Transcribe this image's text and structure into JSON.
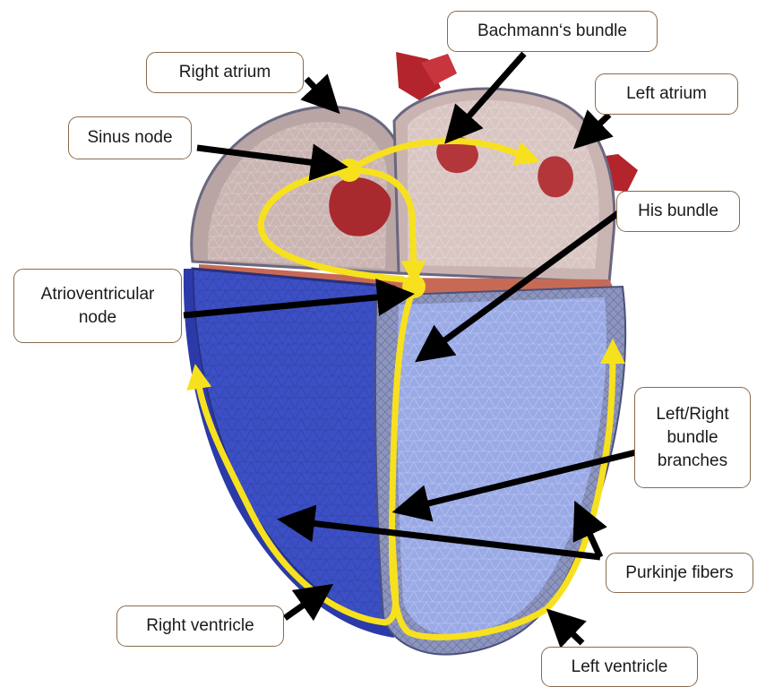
{
  "labels": {
    "bachmanns_bundle": "Bachmann‘s bundle",
    "right_atrium": "Right atrium",
    "left_atrium": "Left atrium",
    "sinus_node": "Sinus node",
    "his_bundle": "His bundle",
    "av_node_line1": "Atrioventricular",
    "av_node_line2": "node",
    "lr_bundle_line1": "Left/Right",
    "lr_bundle_line2": "bundle",
    "lr_bundle_line3": "branches",
    "purkinje_fibers": "Purkinje fibers",
    "right_ventricle": "Right ventricle",
    "left_ventricle": "Left ventricle"
  },
  "colors": {
    "conduction_path": "#f7e11e",
    "atria_mesh": "#cfb9b6",
    "ventricle_right": "#3c4fc4",
    "ventricle_left": "#9aaae6",
    "vessels": "#b3242c",
    "septum_band": "#c76a55",
    "arrow": "#000000",
    "label_border": "#8a6a4e"
  }
}
